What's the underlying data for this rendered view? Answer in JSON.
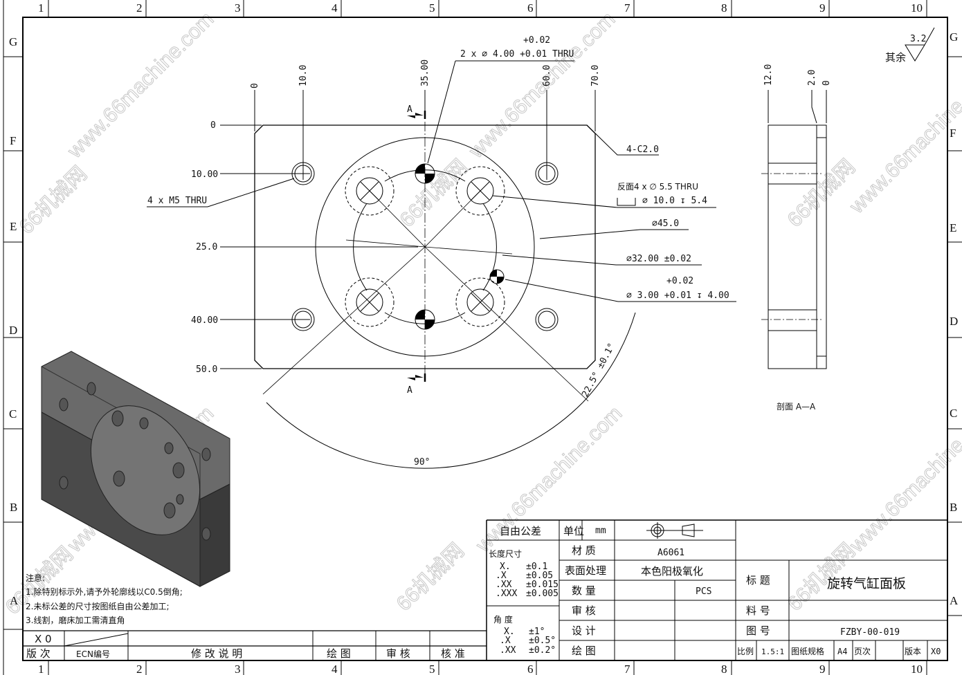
{
  "grid": {
    "columns": [
      "1",
      "2",
      "3",
      "4",
      "5",
      "6",
      "7",
      "8",
      "9",
      "10"
    ],
    "rows": [
      "G",
      "F",
      "E",
      "D",
      "C",
      "B",
      "A"
    ]
  },
  "surface_finish": {
    "value": "3.2",
    "label": "其余"
  },
  "front_view": {
    "x_ordinates": [
      "0",
      "10.0",
      "35.00",
      "60.0",
      "70.0"
    ],
    "y_ordinates": [
      "0",
      "10.00",
      "25.0",
      "40.00",
      "50.0"
    ],
    "section_marker": "A",
    "callouts": {
      "pin_tol_upper": "+0.02",
      "pin_holes": "2 x ∅ 4.00 +0.01 THRU",
      "chamfer": "4-C2.0",
      "tapped_holes": "4 x  M5 THRU",
      "cbore_line1": "反面4 x  ∅ 5.5 THRU",
      "cbore_line2": "∅ 10.0 ↧ 5.4",
      "boss_dia": "∅45.0",
      "bolt_circle": "∅32.00 ±0.02",
      "small_hole_tol_upper": "+0.02",
      "small_hole": "∅ 3.00 +0.01 ↧ 4.00",
      "angle_tol": "22.5° ±0.1°",
      "angle_span": "90°"
    }
  },
  "section_view": {
    "ordinates": [
      "12.0",
      "2.0",
      "0"
    ],
    "label": "剖面 A—A"
  },
  "notes": {
    "title": "注意:",
    "items": [
      "1.除特别标示外,请予外轮廓线以C0.5倒角;",
      "2.未标公差的尺寸按图纸自由公差加工;",
      "3.线割，磨床加工需清直角"
    ]
  },
  "revision_table": {
    "row": {
      "version": "X 0"
    },
    "headers": [
      "版  次",
      "ECN编号",
      "修 改 说 明",
      "绘  图",
      "审  核",
      "核  准"
    ]
  },
  "title_block": {
    "free_tolerance": "自由公差",
    "unit_label": "单位",
    "unit_value": "mm",
    "length_label": "长度尺寸",
    "length_tols": [
      [
        "X.",
        "±0.1"
      ],
      [
        ".X",
        "±0.05"
      ],
      [
        ".XX",
        "±0.015"
      ],
      [
        ".XXX",
        "±0.005"
      ]
    ],
    "angle_label": "角  度",
    "angle_tols": [
      [
        "X.",
        "±1°"
      ],
      [
        ".X",
        "±0.5°"
      ],
      [
        ".XX",
        "±0.2°"
      ]
    ],
    "material_label": "材  质",
    "material_value": "A6061",
    "surface_label": "表面处理",
    "surface_value": "本色阳极氧化",
    "qty_label": "数  量",
    "qty_unit": "PCS",
    "review_label": "审  核",
    "design_label": "设  计",
    "drawn_label": "绘  图",
    "title_label": "标  题",
    "title_value": "旋转气缸面板",
    "part_no_label": "料  号",
    "drawing_no_label": "图  号",
    "drawing_no_value": "FZBY-00-019",
    "scale_label": "比例",
    "scale_value": "1.5:1",
    "paper_label": "图纸规格",
    "paper_value": "A4",
    "page_label": "页次",
    "version_label": "版本",
    "version_value": "X0"
  },
  "watermarks": [
    "www.66machine.com",
    "66机械网"
  ]
}
